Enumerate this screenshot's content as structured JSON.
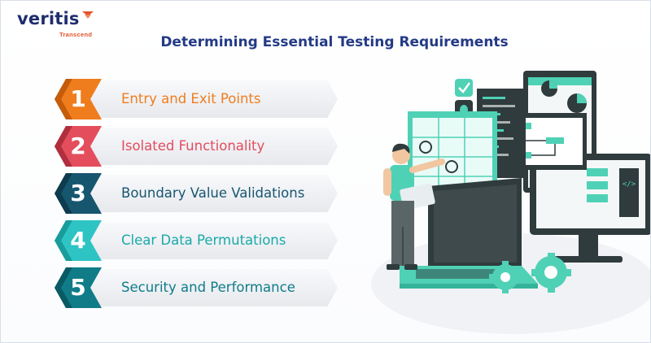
{
  "brand": {
    "name": "veritis",
    "tagline": "Transcend",
    "name_color": "#1f2d6e",
    "accent_color": "#e2522a"
  },
  "title": "Determining Essential Testing Requirements",
  "items": [
    {
      "number": "1",
      "label": "Entry and Exit Points",
      "color": "#f07d1d",
      "dark": "#c45c0a"
    },
    {
      "number": "2",
      "label": "Isolated Functionality",
      "color": "#e34d5c",
      "dark": "#b02f3e"
    },
    {
      "number": "3",
      "label": "Boundary Value Validations",
      "color": "#17566f",
      "dark": "#0e3b4e"
    },
    {
      "number": "4",
      "label": "Clear Data Permutations",
      "color": "#2ec4c4",
      "dark": "#189c9c"
    },
    {
      "number": "5",
      "label": "Security and Performance",
      "color": "#0f7c88",
      "dark": "#095a63"
    }
  ],
  "illustration": {
    "icons": [
      "check-icon",
      "bug-icon",
      "close-icon",
      "gear-icon",
      "code-icon",
      "pie-chart-icon"
    ],
    "accent": "#4fd1b6",
    "dark": "#2f3b3d"
  }
}
